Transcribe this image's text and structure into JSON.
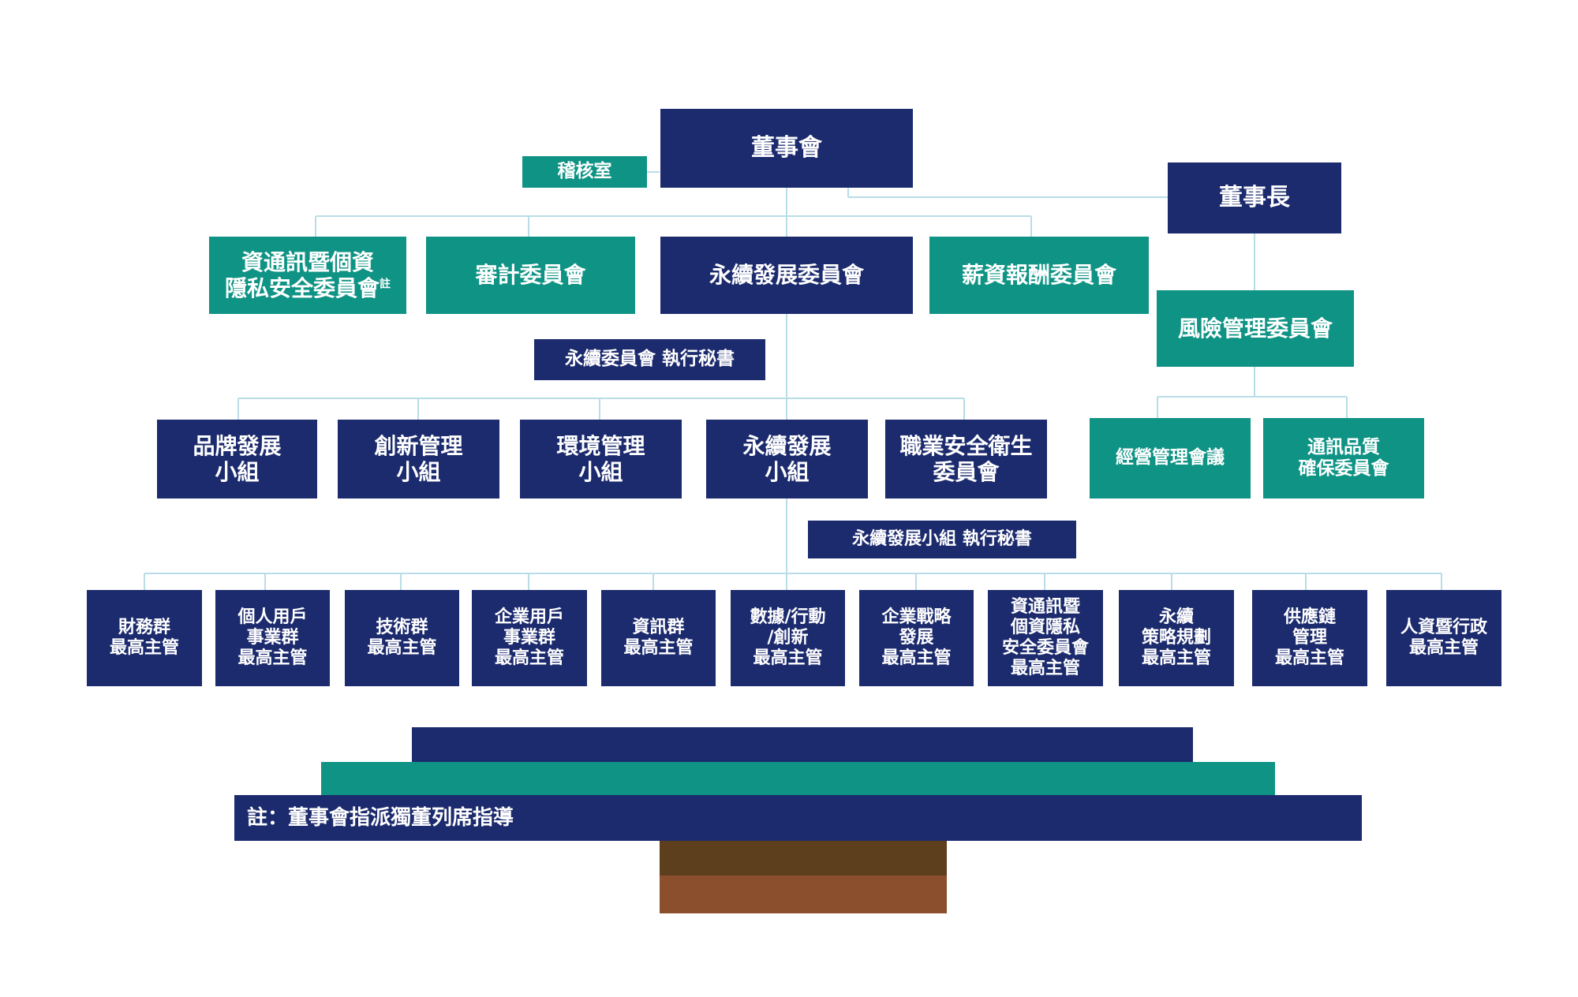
{
  "board": "董事會",
  "audit_office": "稽核室",
  "chairman": "董事長",
  "committees": {
    "ict_privacy": "資通訊暨個資\n隱私安全委員會",
    "ict_privacy_sup": "註",
    "audit": "審計委員會",
    "sustainability": "永續發展委員會",
    "compensation": "薪資報酬委員會"
  },
  "risk_committee": "風險管理委員會",
  "sustain_secretary": "永續委員會 執行秘書",
  "groups": [
    "品牌發展\n小組",
    "創新管理\n小組",
    "環境管理\n小組",
    "永續發展\n小組",
    "職業安全衛生\n委員會"
  ],
  "risk_children": [
    "經營管理會議",
    "通訊品質\n確保委員會"
  ],
  "group_secretary": "永續發展小組 執行秘書",
  "executives": [
    "財務群\n最高主管",
    "個人用戶\n事業群\n最高主管",
    "技術群\n最高主管",
    "企業用戶\n事業群\n最高主管",
    "資訊群\n最高主管",
    "數據/行動\n/創新\n最高主管",
    "企業戰略\n發展\n最高主管",
    "資通訊暨\n個資隱私\n安全委員會\n最高主管",
    "永續\n策略規劃\n最高主管",
    "供應鏈\n管理\n最高主管",
    "人資暨行政\n最高主管"
  ],
  "note": "註：董事會指派獨董列席指導",
  "colors": {
    "navy": "#1c2b6e",
    "teal": "#0e9384",
    "line": "#b9dde7",
    "trunk_top": "#5e3f1d",
    "trunk_bottom": "#8b4f2e"
  }
}
